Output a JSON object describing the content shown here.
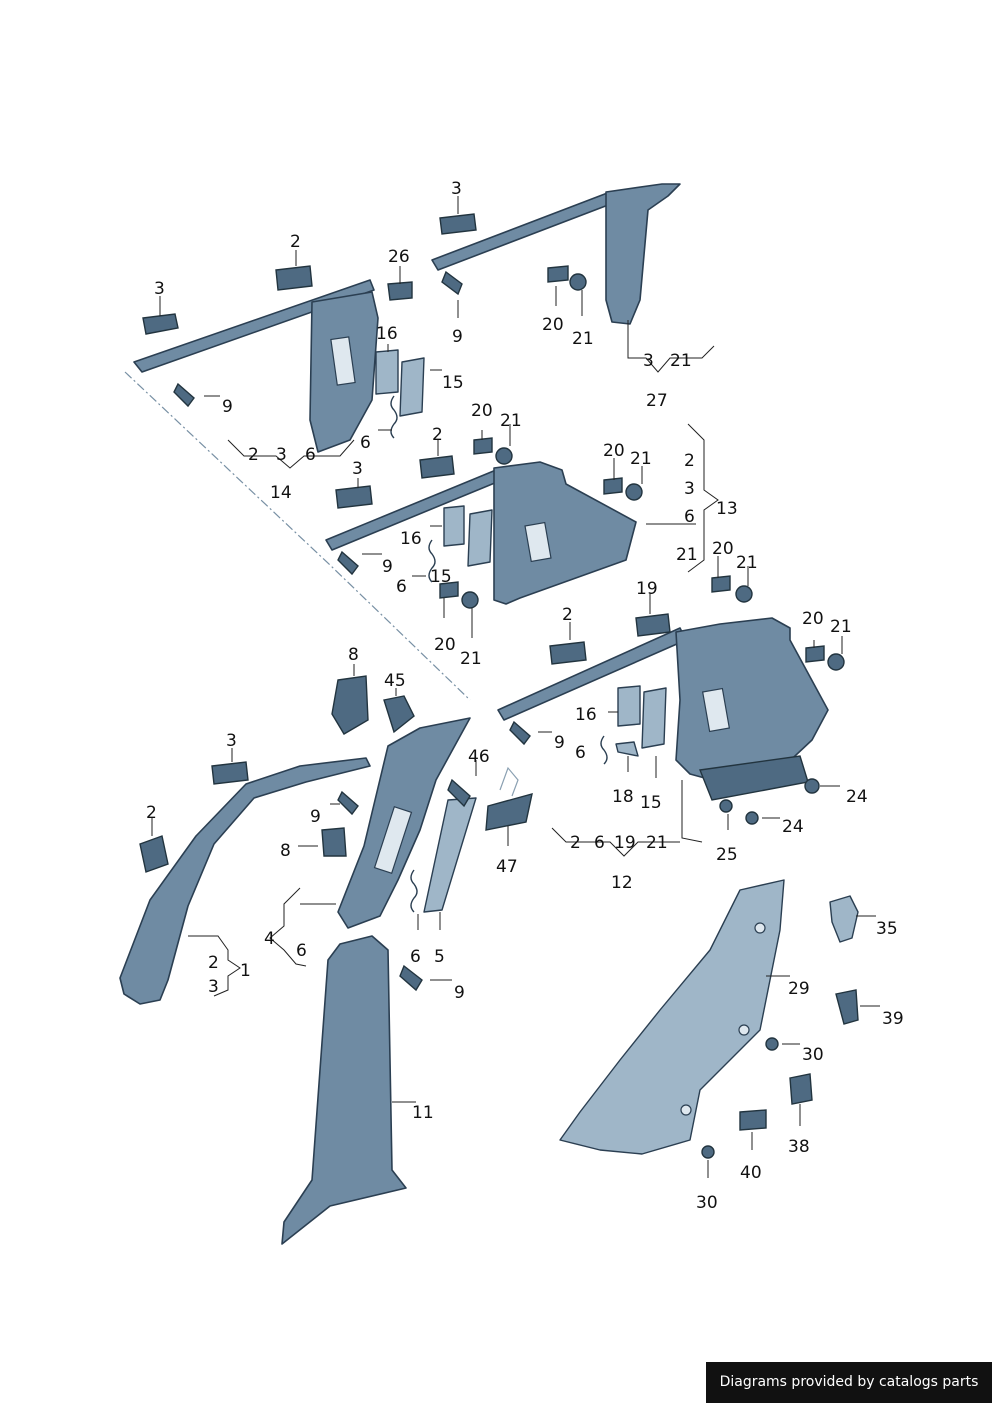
{
  "footer": {
    "credit": "Diagrams provided by catalogs parts"
  },
  "callouts": [
    "3",
    "2",
    "26",
    "3",
    "16",
    "15",
    "9",
    "6",
    "2",
    "3",
    "6",
    "14",
    "3",
    "9",
    "20",
    "21",
    "3",
    "21",
    "27",
    "20",
    "21",
    "2",
    "3",
    "16",
    "15",
    "9",
    "6",
    "20",
    "21",
    "20",
    "21",
    "2",
    "3",
    "6",
    "21",
    "13",
    "20",
    "21",
    "19",
    "2",
    "20",
    "21",
    "16",
    "6",
    "18",
    "15",
    "9",
    "24",
    "24",
    "25",
    "2",
    "6",
    "19",
    "21",
    "12",
    "8",
    "45",
    "3",
    "46",
    "9",
    "8",
    "2",
    "4",
    "6",
    "6",
    "5",
    "47",
    "2",
    "3",
    "1",
    "9",
    "11",
    "35",
    "29",
    "39",
    "30",
    "38",
    "40",
    "30"
  ]
}
